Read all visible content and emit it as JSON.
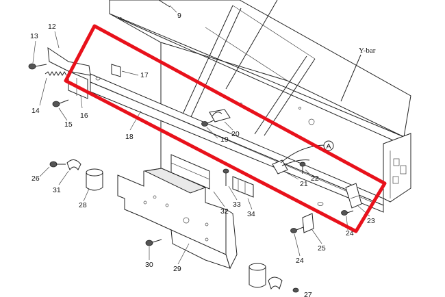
{
  "diagram": {
    "frame_label": "Y-bar",
    "callout_letter": "A",
    "highlight_color": "#e8111b",
    "line_color": "#222222",
    "part_numbers": [
      {
        "id": "p9",
        "text": "9"
      },
      {
        "id": "p12",
        "text": "12"
      },
      {
        "id": "p13",
        "text": "13"
      },
      {
        "id": "p14",
        "text": "14"
      },
      {
        "id": "p15",
        "text": "15"
      },
      {
        "id": "p16",
        "text": "16"
      },
      {
        "id": "p17",
        "text": "17"
      },
      {
        "id": "p18",
        "text": "18"
      },
      {
        "id": "p19",
        "text": "19"
      },
      {
        "id": "p20",
        "text": "20"
      },
      {
        "id": "p21",
        "text": "21"
      },
      {
        "id": "p22",
        "text": "22"
      },
      {
        "id": "p23",
        "text": "23"
      },
      {
        "id": "p24a",
        "text": "24"
      },
      {
        "id": "p24b",
        "text": "24"
      },
      {
        "id": "p25",
        "text": "25"
      },
      {
        "id": "p26",
        "text": "26"
      },
      {
        "id": "p27",
        "text": "27"
      },
      {
        "id": "p28",
        "text": "28"
      },
      {
        "id": "p29",
        "text": "29"
      },
      {
        "id": "p30",
        "text": "30"
      },
      {
        "id": "p31",
        "text": "31"
      },
      {
        "id": "p32",
        "text": "32"
      },
      {
        "id": "p33",
        "text": "33"
      },
      {
        "id": "p34",
        "text": "34"
      }
    ]
  }
}
